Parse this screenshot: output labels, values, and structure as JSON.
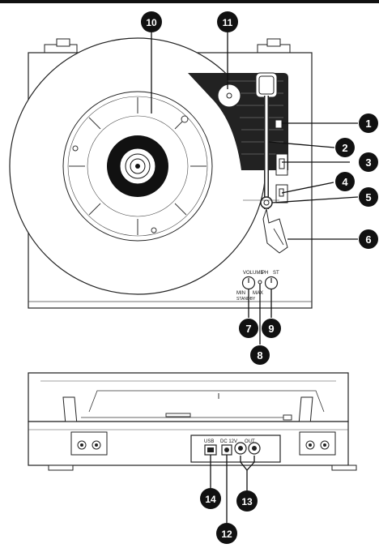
{
  "top_view": {
    "controls": {
      "volume_label": "VOLUME",
      "min_label": "MIN",
      "max_label": "MAX",
      "speed_ph_label": "PH",
      "speed_st_label": "ST",
      "standby_label": "STANDBY"
    }
  },
  "rear_view": {
    "usb_label": "USB",
    "dc_label": "DC 12V",
    "out_label": "OUT"
  },
  "callouts": [
    "1",
    "2",
    "3",
    "4",
    "5",
    "6",
    "7",
    "8",
    "9",
    "10",
    "11",
    "12",
    "13",
    "14"
  ],
  "colors": {
    "callout_fill": "#111111",
    "line": "#222222"
  }
}
